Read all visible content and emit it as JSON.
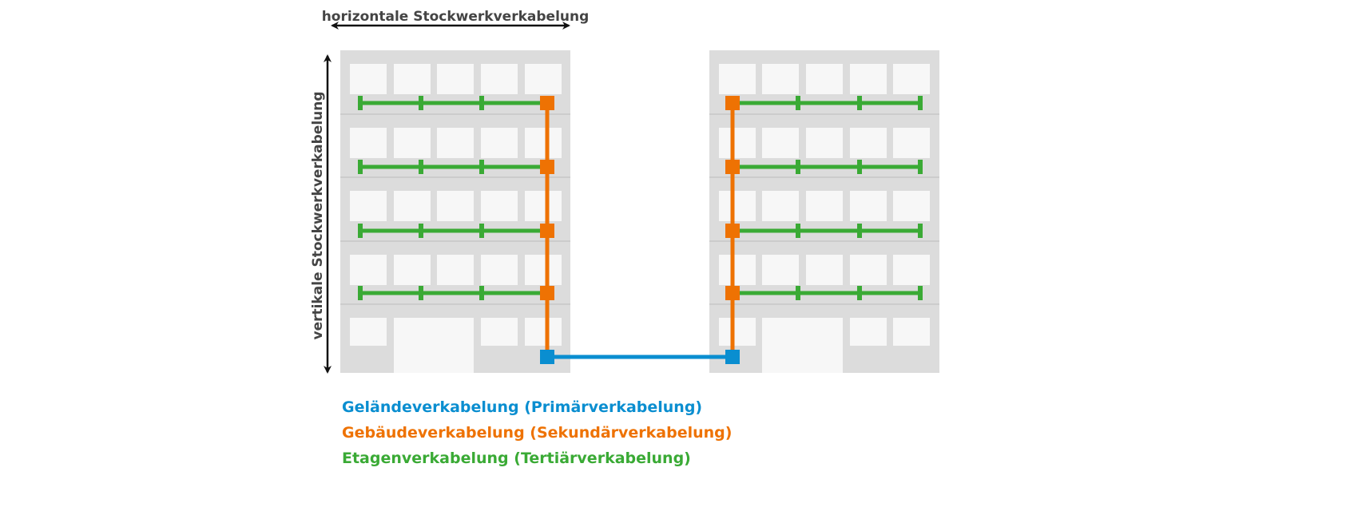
{
  "labels": {
    "horizontal": "horizontale Stockwerkverkabelung",
    "vertical": "vertikale Stockwerkverkabelung"
  },
  "legend": [
    {
      "label": "Geländeverkabelung (Primärverkabelung)",
      "color": "#0a8ed0"
    },
    {
      "label": "Gebäudeverkabelung (Sekundärverkabelung)",
      "color": "#ee7203"
    },
    {
      "label": "Etagenverkabelung (Tertiärverkabelung)",
      "color": "#3aaa35"
    }
  ],
  "colors": {
    "building": "#dcdcdc",
    "window": "#f7f7f7",
    "arrow": "#111111"
  }
}
